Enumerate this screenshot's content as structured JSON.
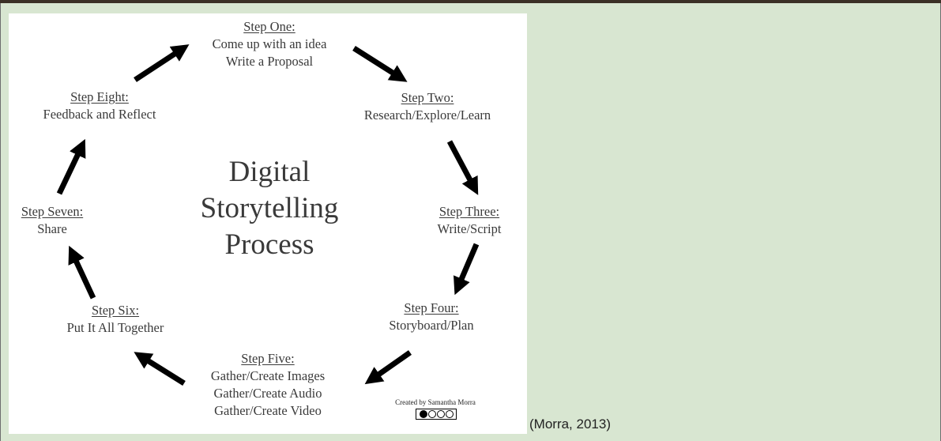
{
  "diagram": {
    "center_title": [
      "Digital",
      "Storytelling",
      "Process"
    ],
    "steps": [
      {
        "title": "Step One:",
        "lines": [
          "Come up with an idea",
          "Write a Proposal"
        ]
      },
      {
        "title": "Step Two:",
        "lines": [
          "Research/Explore/Learn"
        ]
      },
      {
        "title": "Step Three:",
        "lines": [
          "Write/Script"
        ]
      },
      {
        "title": "Step Four:",
        "lines": [
          "Storyboard/Plan"
        ]
      },
      {
        "title": "Step Five:",
        "lines": [
          "Gather/Create Images",
          "Gather/Create Audio",
          "Gather/Create Video"
        ]
      },
      {
        "title": "Step Six:",
        "lines": [
          "Put It All Together"
        ]
      },
      {
        "title": "Step Seven:",
        "lines": [
          "Share"
        ]
      },
      {
        "title": "Step Eight:",
        "lines": [
          "Feedback and Reflect"
        ]
      }
    ],
    "credit": "Created by Samantha Morra"
  },
  "citation": "(Morra, 2013)"
}
